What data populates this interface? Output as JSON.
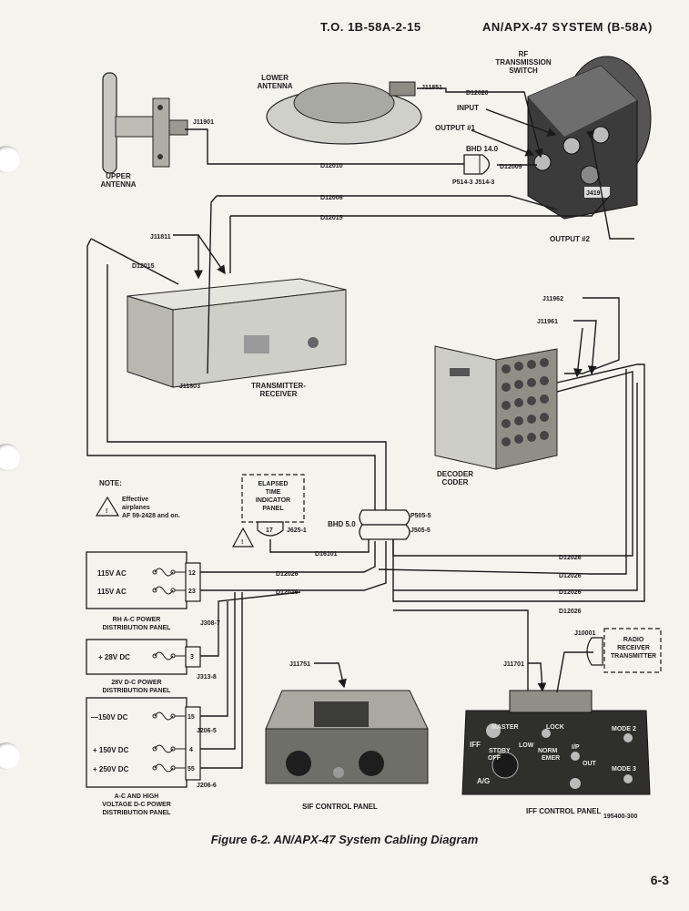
{
  "header": {
    "doc_number": "T.O. 1B-58A-2-15",
    "system": "AN/APX-47 SYSTEM (B-58A)"
  },
  "caption": "Figure 6-2. AN/APX-47 System Cabling Diagram",
  "page_number": "6-3",
  "figure_id": "195400-300",
  "components": {
    "lower_antenna": "LOWER\nANTENNA",
    "upper_antenna": "UPPER\nANTENNA",
    "rf_switch": "RF\nTRANSMISSION\nSWITCH",
    "transmitter_receiver": "TRANSMITTER-\nRECEIVER",
    "decoder_coder": "DECODER\nCODER",
    "elapsed_time": "ELAPSED\nTIME\nINDICATOR\nPANEL",
    "sif_panel": "SIF CONTROL PANEL",
    "iff_panel": "IFF CONTROL PANEL",
    "radio_rt": "RADIO\nRECEIVER\nTRANSMITTER"
  },
  "switch_ports": {
    "input": "INPUT",
    "output1": "OUTPUT #1",
    "output2": "OUTPUT #2"
  },
  "bulkheads": {
    "bhd_14": "BHD 14.0",
    "bhd_5": "BHD 5.0"
  },
  "connectors": {
    "j11901": "J11901",
    "j11851": "J11851",
    "j11811": "J11811",
    "j11803": "J11803",
    "j11962": "J11962",
    "j11961": "J11961",
    "j11751": "J11751",
    "j11701": "J11701",
    "j10001": "J10001",
    "p514_j514": "P514-3  J514-3",
    "p505": "P505-5",
    "j505": "J505-5",
    "j625": "J625-1",
    "j308": "J308-7",
    "j313": "J313-8",
    "j206_5": "J206-5",
    "j206_6": "J206-6",
    "pin_17": "17"
  },
  "cables": {
    "d12020": "D12020",
    "d12009": "D12009",
    "d12010": "D12010",
    "d12006": "D12006",
    "d12015": "D12015",
    "d12015b": "D12015",
    "d16101": "D16101",
    "d12026": "D12026"
  },
  "note": {
    "title": "NOTE:",
    "symbol": "!",
    "text": "Effective\nairplanes\nAF 59-2428 and on."
  },
  "power_panels": {
    "rh_ac": {
      "name": "RH A-C POWER\nDISTRIBUTION PANEL",
      "rows": [
        {
          "label": "115V AC",
          "pin": "12"
        },
        {
          "label": "115V AC",
          "pin": "23"
        }
      ]
    },
    "dc28": {
      "name": "28V D-C POWER\nDISTRIBUTION PANEL",
      "rows": [
        {
          "label": "+ 28V DC",
          "pin": "3"
        }
      ]
    },
    "hv": {
      "name": "A-C AND HIGH\nVOLTAGE D-C POWER\nDISTRIBUTION PANEL",
      "rows": [
        {
          "label": "—150V DC",
          "pin": "15"
        },
        {
          "label": "+ 150V DC",
          "pin": "4"
        },
        {
          "label": "+ 250V DC",
          "pin": "55"
        }
      ]
    }
  },
  "iff_markings": {
    "master": "MASTER",
    "lock": "LOCK",
    "low": "LOW",
    "stdby": "STDBY",
    "norm": "NORM",
    "emer": "EMER",
    "off": "OFF",
    "ip": "I/P",
    "out": "OUT",
    "mode2": "MODE 2",
    "mode3": "MODE 3",
    "iff_letters": "IFF",
    "ag": "A/G"
  }
}
